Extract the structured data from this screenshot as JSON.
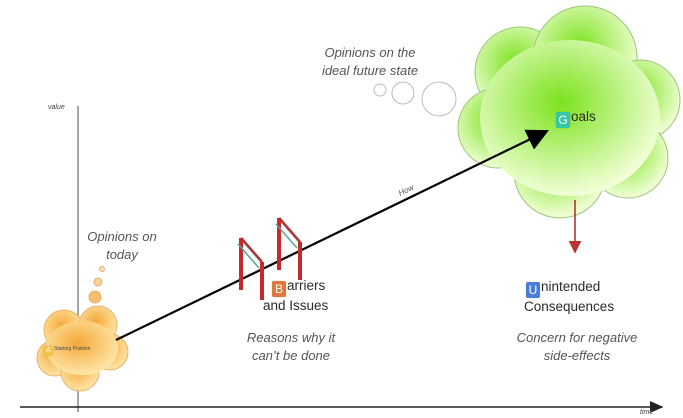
{
  "axes": {
    "y_label": "value",
    "x_label": "time"
  },
  "thought_today": {
    "line1": "Opinions on",
    "line2": "today"
  },
  "thought_future": {
    "line1": "Opinions on the",
    "line2": "ideal future state"
  },
  "start_box": {
    "letter": "A",
    "text": "Starting Position",
    "color": "#f3c44a"
  },
  "goals": {
    "letter": "G",
    "rest": "oals",
    "color": "#33c7a3"
  },
  "path_label": "How",
  "barriers": {
    "letter": "B",
    "rest": "arriers",
    "line2": "and Issues",
    "color": "#e2773c"
  },
  "barriers_note": {
    "line1": "Reasons why it",
    "line2": "can’t be done"
  },
  "unintended": {
    "letter": "U",
    "rest": "nintended",
    "line2": "Consequences",
    "color": "#4a7fd8"
  },
  "unintended_note": {
    "line1": "Concern for negative",
    "line2": "side-effects"
  },
  "colors": {
    "goal_cloud_center": "#7be21c",
    "goal_cloud_edge": "#f2ffd8",
    "start_cloud_center": "#f5a93a",
    "start_cloud_edge": "#ffe6a8",
    "hurdle_red": "#c7292b",
    "hurdle_teal": "#5aa39a",
    "down_arrow": "#b8322e"
  }
}
